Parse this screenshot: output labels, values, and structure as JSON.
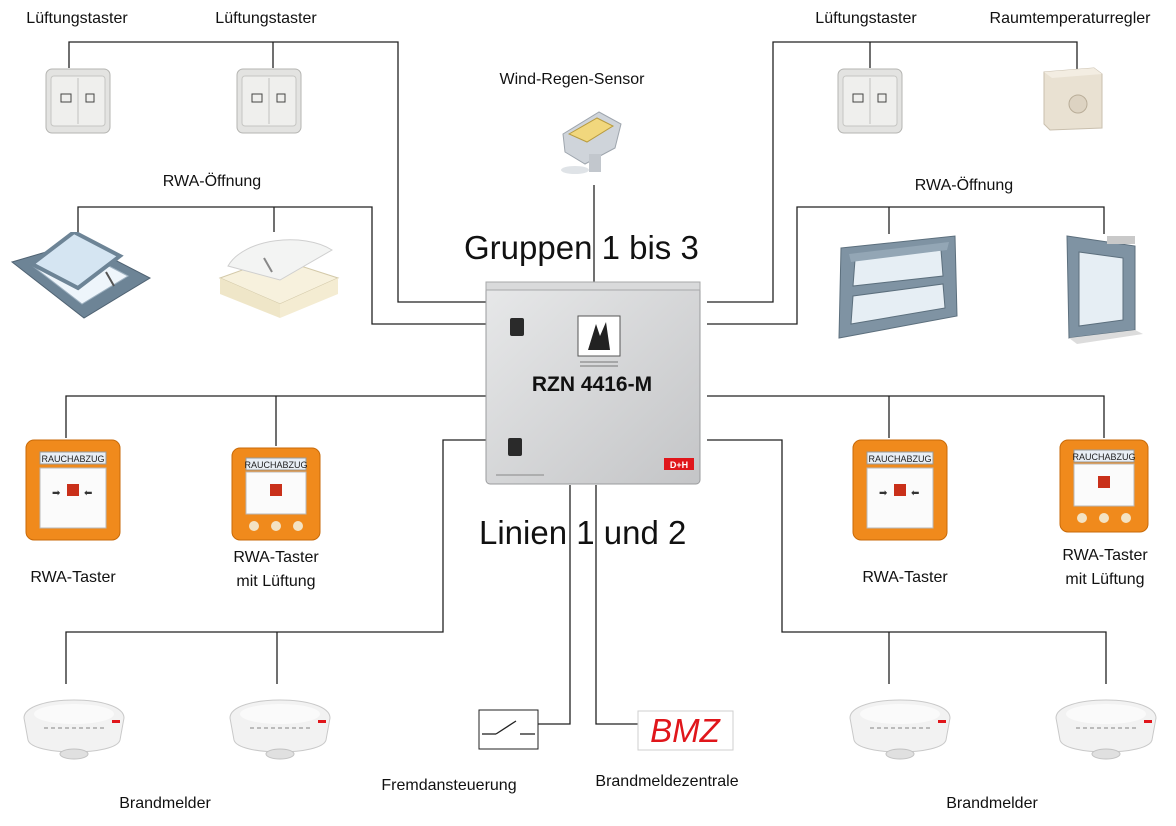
{
  "labels": {
    "vent_btn_1": "Lüftungstaster",
    "vent_btn_2": "Lüftungstaster",
    "vent_btn_3": "Lüftungstaster",
    "room_temp": "Raumtemperaturregler",
    "wind_rain": "Wind-Regen-Sensor",
    "rwa_open_left": "RWA-Öffnung",
    "rwa_open_right": "RWA-Öffnung",
    "groups": "Gruppen 1 bis 3",
    "panel_model": "RZN 4416-M",
    "lines": "Linien 1 und 2",
    "rwa_btn_left": "RWA-Taster",
    "rwa_btn_vent_left_1": "RWA-Taster",
    "rwa_btn_vent_left_2": "mit Lüftung",
    "rwa_btn_right": "RWA-Taster",
    "rwa_btn_vent_right_1": "RWA-Taster",
    "rwa_btn_vent_right_2": "mit Lüftung",
    "fire_detector_left": "Brandmelder",
    "fire_detector_right": "Brandmelder",
    "external_control": "Fremdansteuerung",
    "fire_panel": "Brandmeldezentrale",
    "bmz": "BMZ",
    "rauchabzug": "RAUCHABZUG",
    "dh_logo": "D+H"
  },
  "colors": {
    "line": "#222222",
    "panel": "#d4d5d6",
    "orange": "#f08a1c",
    "bmz_red": "#e0161b",
    "frame_blue": "#6d8496",
    "switch": "#e3e3e1"
  },
  "icons": [
    "switch-icon",
    "thermostat-icon",
    "weather-sensor-icon",
    "roof-window-icon",
    "skylight-dome-icon",
    "window-icon",
    "call-point-icon",
    "smoke-detector-icon",
    "contact-switch-icon"
  ]
}
